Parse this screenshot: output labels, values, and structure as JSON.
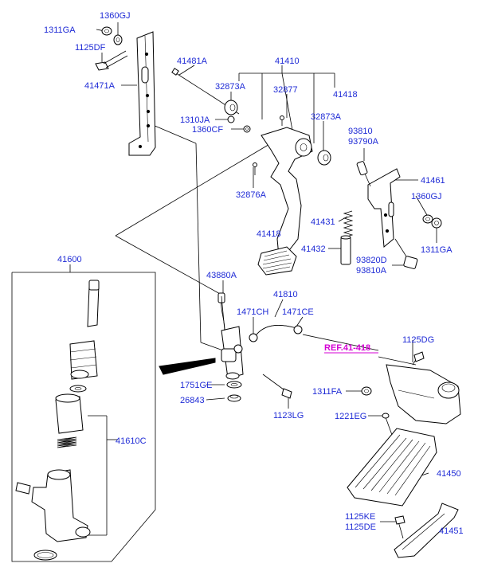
{
  "colors": {
    "label": "#1f2bd6",
    "reference": "#d400d4",
    "lines": "#000000"
  },
  "labels": {
    "l_1311GA_a": "1311GA",
    "l_1360GJ_a": "1360GJ",
    "l_1125DF": "1125DF",
    "l_41471A": "41471A",
    "l_41481A": "41481A",
    "l_41410": "41410",
    "l_32873A_a": "32873A",
    "l_32877": "32877",
    "l_41418_a": "41418",
    "l_1310JA": "1310JA",
    "l_1360CF": "1360CF",
    "l_32873A_b": "32873A",
    "l_93810": "93810",
    "l_93790A": "93790A",
    "l_41461": "41461",
    "l_32876A": "32876A",
    "l_1360GJ_b": "1360GJ",
    "l_41431": "41431",
    "l_41418_b": "41418",
    "l_41432": "41432",
    "l_1311GA_b": "1311GA",
    "l_93820D": "93820D",
    "l_93810A": "93810A",
    "l_41600": "41600",
    "l_43880A": "43880A",
    "l_41810": "41810",
    "l_1471CH": "1471CH",
    "l_1471CE": "1471CE",
    "l_1125DG": "1125DG",
    "l_ref": "REF.41-418",
    "l_1751GE": "1751GE",
    "l_26843": "26843",
    "l_1311FA": "1311FA",
    "l_1123LG": "1123LG",
    "l_1221EG": "1221EG",
    "l_41610C": "41610C",
    "l_41450": "41450",
    "l_1125KE": "1125KE",
    "l_1125DE": "1125DE",
    "l_41451": "41451"
  }
}
